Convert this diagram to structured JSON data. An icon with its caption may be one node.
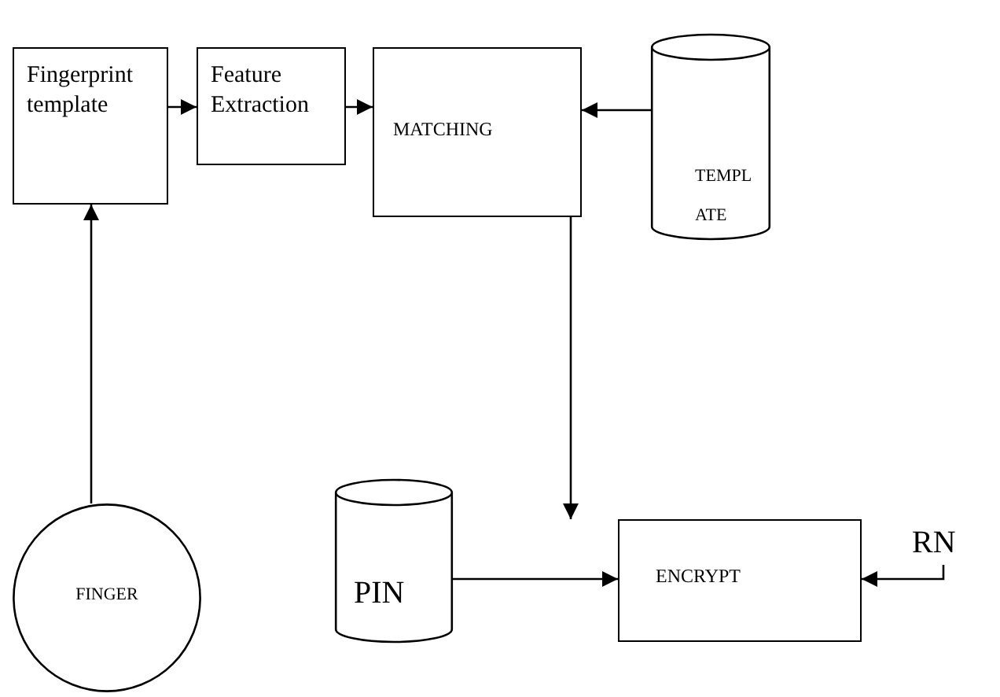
{
  "diagram": {
    "nodes": [
      {
        "text": [
          "Fingerprint template"
        ]
      },
      {
        "text": [
          "Feature Extraction"
        ]
      },
      {
        "text": [
          "MATCHING"
        ]
      },
      {
        "text": [
          "TEMPLATE"
        ]
      },
      {
        "text": [
          "FINGER"
        ]
      },
      {
        "text": [
          "PIN"
        ]
      },
      {
        "text": [
          "ENCRYPT"
        ]
      },
      {
        "text": [
          "RN"
        ]
      }
    ],
    "edges": [
      {
        "from": 4,
        "to": 0,
        "arrow": "to"
      },
      {
        "from": 0,
        "to": 1,
        "arrow": "to"
      },
      {
        "from": 1,
        "to": 2,
        "arrow": "to"
      },
      {
        "from": 3,
        "to": 2,
        "arrow": "to"
      },
      {
        "from": 2,
        "to": 6,
        "arrow": "to"
      },
      {
        "from": 5,
        "to": 6,
        "arrow": "to"
      },
      {
        "from": 7,
        "to": 6,
        "arrow": "to"
      }
    ]
  }
}
